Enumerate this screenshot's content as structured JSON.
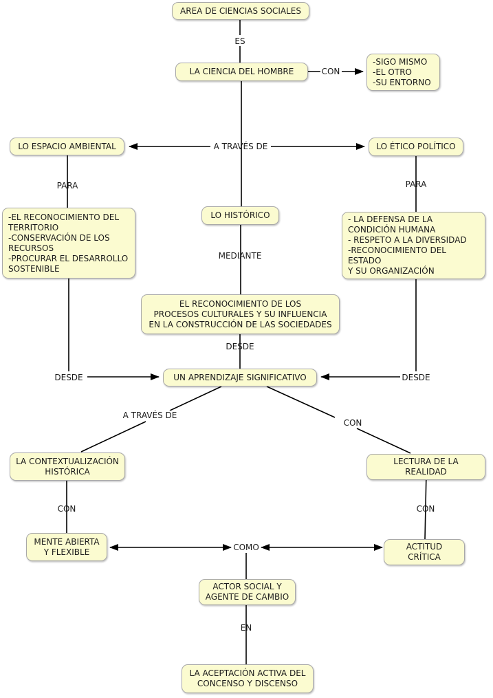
{
  "title": "Mapa conceptual: Area de Ciencias Sociales",
  "colors": {
    "background": "#ffffff",
    "node_fill": "#fbfbd0",
    "node_border": "#a9a9a9",
    "line": "#000000",
    "text": "#1b1b1b"
  },
  "nodes": {
    "area": "AREA DE CIENCIAS SOCIALES",
    "ciencia_hombre": "LA CIENCIA DEL HOMBRE",
    "con_targets": "-SIGO MISMO\n-EL OTRO\n-SU ENTORNO",
    "espacio_ambiental": "LO ESPACIO AMBIENTAL",
    "etico_politico": "LO ÉTICO POLÍTICO",
    "historico": "LO  HISTÓRICO",
    "territorio_list": "-EL RECONOCIMIENTO DEL\nTERRITORIO\n-CONSERVACIÓN DE LOS\nRECURSOS\n-PROCURAR EL DESARROLLO\nSOSTENIBLE",
    "defensa_list": "- LA DEFENSA DE LA\nCONDICIÓN HUMANA\n- RESPETO A LA DIVERSIDAD\n-RECONOCIMIENTO DEL ESTADO\nY SU ORGANIZACIÓN",
    "procesos": "EL RECONOCIMIENTO DE LOS\nPROCESOS CULTURALES Y SU INFLUENCIA\nEN LA CONSTRUCCIÓN DE LAS SOCIEDADES",
    "aprendizaje": "UN APRENDIZAJE SIGNIFICATIVO",
    "contextualizacion": "LA CONTEXTUALIZACIÓN\nHISTÓRICA",
    "lectura": "LECTURA DE LA REALIDAD",
    "mente_abierta": "MENTE ABIERTA\nY FLEXIBLE",
    "actitud_critica": "ACTITUD CRÍTICA",
    "actor_social": "ACTOR SOCIAL Y\nAGENTE DE CAMBIO",
    "aceptacion": "LA ACEPTACIÓN ACTIVA DEL\nCONCENSO Y DISCENSO"
  },
  "links": {
    "es": "ES",
    "con_entorno": "CON",
    "a_traves_de_top": "A TRAVÉS DE",
    "para_left": "PARA",
    "para_right": "PARA",
    "mediante": "MEDIANTE",
    "desde_center": "DESDE",
    "desde_left": "DESDE",
    "desde_right": "DESDE",
    "a_traves_de_bottom": "A TRAVÉS DE",
    "con_lectura": "CON",
    "con_mente": "CON",
    "con_actitud": "CON",
    "como": "COMO",
    "en": "EN"
  }
}
